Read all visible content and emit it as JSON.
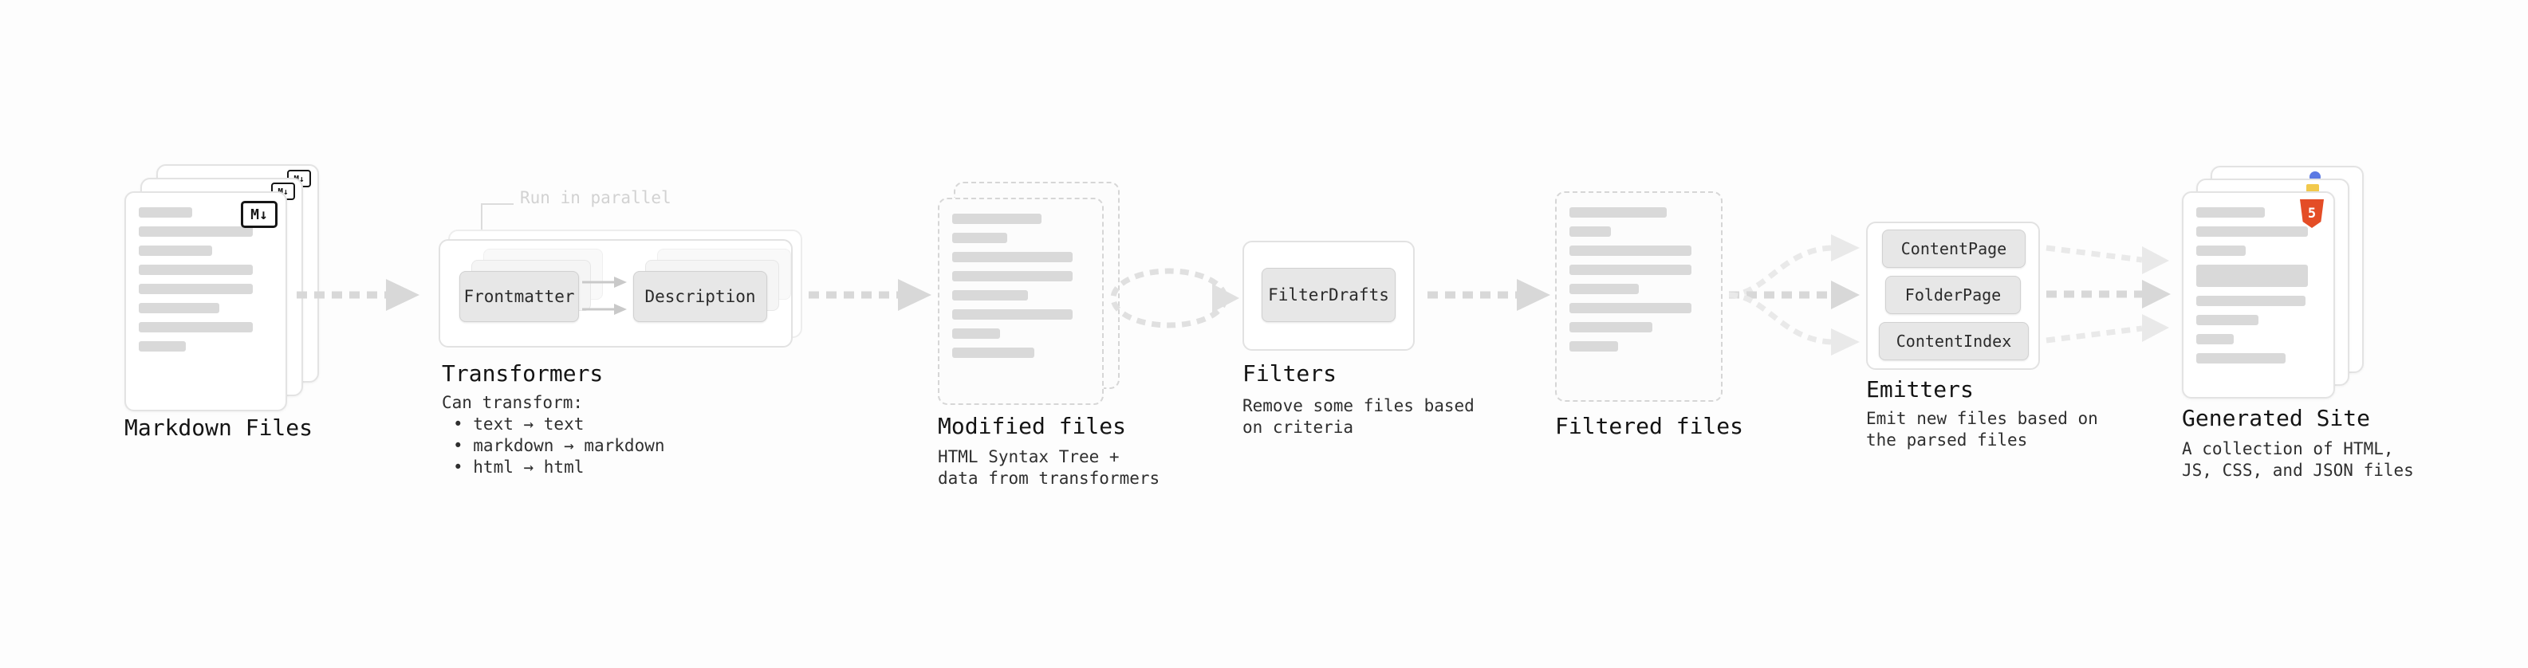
{
  "diagram": {
    "nodes": {
      "markdown_files": {
        "title": "Markdown Files"
      },
      "transformers": {
        "title": "Transformers",
        "annotation": "Run in parallel",
        "buttons": [
          "Frontmatter",
          "Description"
        ],
        "desc_heading": "Can transform:",
        "bullets": [
          "• text → text",
          "• markdown → markdown",
          "• html → html"
        ]
      },
      "modified_files": {
        "title": "Modified files",
        "desc": [
          "HTML Syntax Tree +",
          "data from transformers"
        ]
      },
      "filters": {
        "title": "Filters",
        "buttons": [
          "FilterDrafts"
        ],
        "desc": [
          "Remove some files based",
          "on criteria"
        ]
      },
      "filtered_files": {
        "title": "Filtered files"
      },
      "emitters": {
        "title": "Emitters",
        "buttons": [
          "ContentPage",
          "FolderPage",
          "ContentIndex"
        ],
        "desc": [
          "Emit new files based on",
          "the parsed files"
        ]
      },
      "generated_site": {
        "title": "Generated Site",
        "desc": [
          "A collection of HTML,",
          "JS, CSS, and JSON files"
        ]
      }
    },
    "icons": {
      "markdown_badge": "M↓",
      "html5_badge": "5"
    },
    "colors": {
      "background": "#fdfdfd",
      "arrow": "#d8d8d8",
      "arrow_light": "#e9e9e9",
      "placeholder_bar": "#d9d9d9",
      "title_text": "#141414",
      "desc_text": "#2f2f2f",
      "annotation_text": "#d2d2d2",
      "button_bg": "#e7e7e7",
      "card_border": "#e3e3e3",
      "html5_orange": "#e44d26",
      "js_yellow": "#f2c94c",
      "dot_blue": "#5b79e3"
    }
  }
}
